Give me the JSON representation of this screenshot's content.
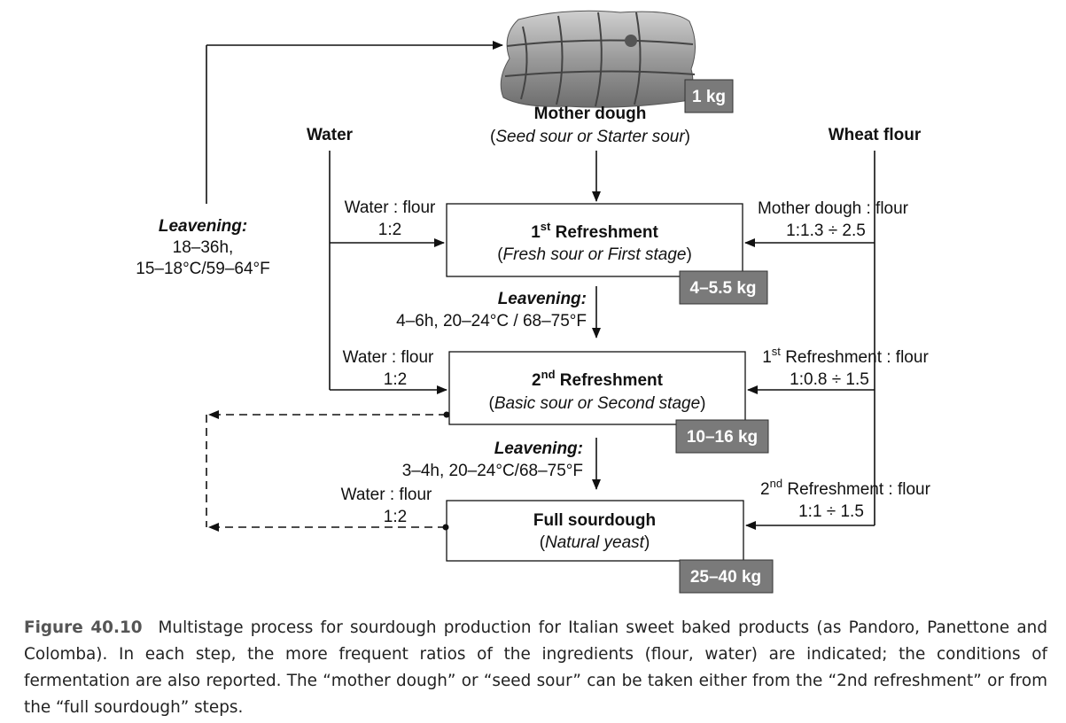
{
  "diagram": {
    "mother": {
      "weight": "1 kg",
      "title": "Mother dough",
      "subtitle": "Seed sour or Starter sour"
    },
    "inputs": {
      "water": "Water",
      "flour": "Wheat flour"
    },
    "leavening_loop": {
      "label": "Leavening:",
      "time": "18–36h,",
      "temp": "15–18°C/59–64°F"
    },
    "steps": [
      {
        "title_pre": "1",
        "title_sup": "st",
        "title_post": " Refreshment",
        "subtitle": "Fresh sour or First stage",
        "weight": "4–5.5 kg",
        "water_ratio_label": "Water : flour",
        "water_ratio": "1:2",
        "flour_ratio_label": "Mother dough : flour",
        "flour_ratio": "1:1.3 ÷ 2.5"
      },
      {
        "title_pre": "2",
        "title_sup": "nd",
        "title_post": " Refreshment",
        "subtitle": "Basic sour or Second stage",
        "weight": "10–16 kg",
        "water_ratio_label": "Water : flour",
        "water_ratio": "1:2",
        "flour_ratio_pre": "1",
        "flour_ratio_sup": "st",
        "flour_ratio_post": " Refreshment : flour",
        "flour_ratio": "1:0.8 ÷ 1.5"
      },
      {
        "title": "Full sourdough",
        "subtitle": "Natural yeast",
        "weight": "25–40 kg",
        "water_ratio_label": "Water : flour",
        "water_ratio": "1:2",
        "flour_ratio_pre": "2",
        "flour_ratio_sup": "nd",
        "flour_ratio_post": " Refreshment : flour",
        "flour_ratio": "1:1 ÷ 1.5"
      }
    ],
    "leavening_steps": [
      {
        "label": "Leavening:",
        "conditions": "4–6h, 20–24°C / 68–75°F"
      },
      {
        "label": "Leavening:",
        "conditions": "3–4h, 20–24°C/68–75°F"
      }
    ]
  },
  "caption": {
    "figure_label": "Figure 40.10",
    "text": "Multistage process for sourdough production for Italian sweet baked products (as Pandoro, Panettone and Colomba). In each step, the more frequent ratios of the ingredients (flour, water) are indicated; the conditions of fermentation are also reported. The “mother dough” or “seed sour” can be taken either from the “2nd refreshment” or from the “full sourdough” steps."
  }
}
